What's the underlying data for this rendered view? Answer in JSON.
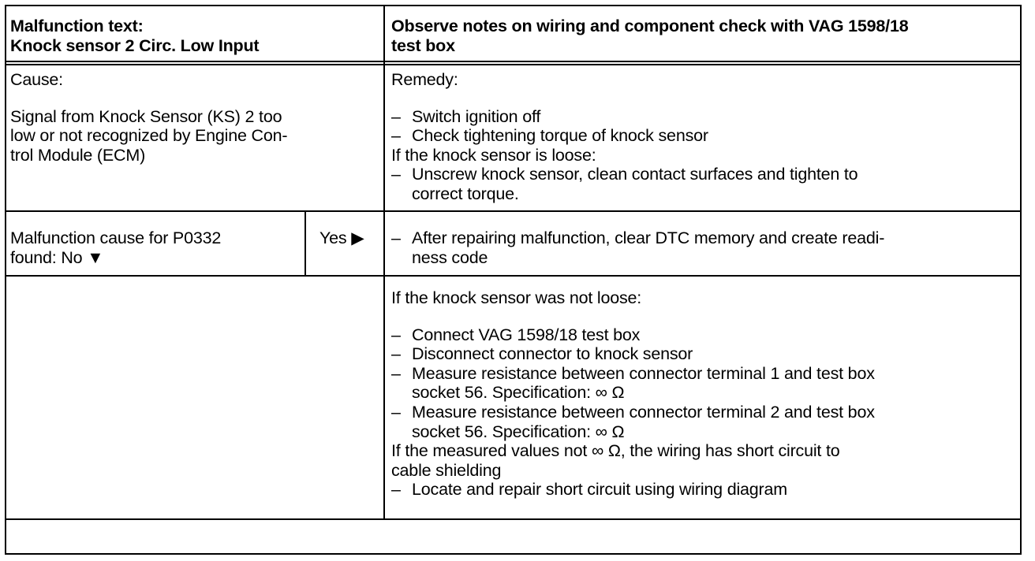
{
  "header": {
    "left": [
      "Malfunction text:",
      "Knock sensor 2 Circ. Low Input"
    ],
    "right": [
      "Observe notes on wiring and component check with VAG 1598/18",
      "test box"
    ]
  },
  "cause": {
    "label": "Cause:",
    "text": [
      "Signal from Knock Sensor (KS) 2 too",
      "low or not recognized by Engine Con-",
      "trol Module (ECM)"
    ]
  },
  "remedy": {
    "label": "Remedy:",
    "step1": "Switch ignition off",
    "step2": "Check tightening torque of knock sensor",
    "cond1": "If the knock sensor is loose:",
    "step3": [
      "Unscrew knock sensor, clean contact surfaces and tighten to",
      "correct torque."
    ]
  },
  "decision": {
    "question": [
      "Malfunction cause for P0332",
      "found: No"
    ],
    "no_arrow": "▼",
    "yes_label": "Yes",
    "yes_arrow": "▶",
    "yes_action": [
      "After repairing malfunction, clear DTC memory and create readi-",
      "ness code"
    ]
  },
  "not_loose": {
    "cond": "If the knock sensor was not loose:",
    "s1": "Connect VAG 1598/18 test box",
    "s2": "Disconnect connector to knock sensor",
    "s3": [
      "Measure resistance between connector terminal 1 and test box",
      "socket 56.  Specification: ∞ Ω"
    ],
    "s4": [
      "Measure resistance between connector terminal 2 and test box",
      "socket 56.  Specification: ∞ Ω"
    ],
    "cond2": [
      "If the measured values not ∞ Ω, the wiring has short circuit to",
      "cable shielding"
    ],
    "s5": "Locate and repair short circuit using wiring diagram"
  },
  "dash": "–"
}
